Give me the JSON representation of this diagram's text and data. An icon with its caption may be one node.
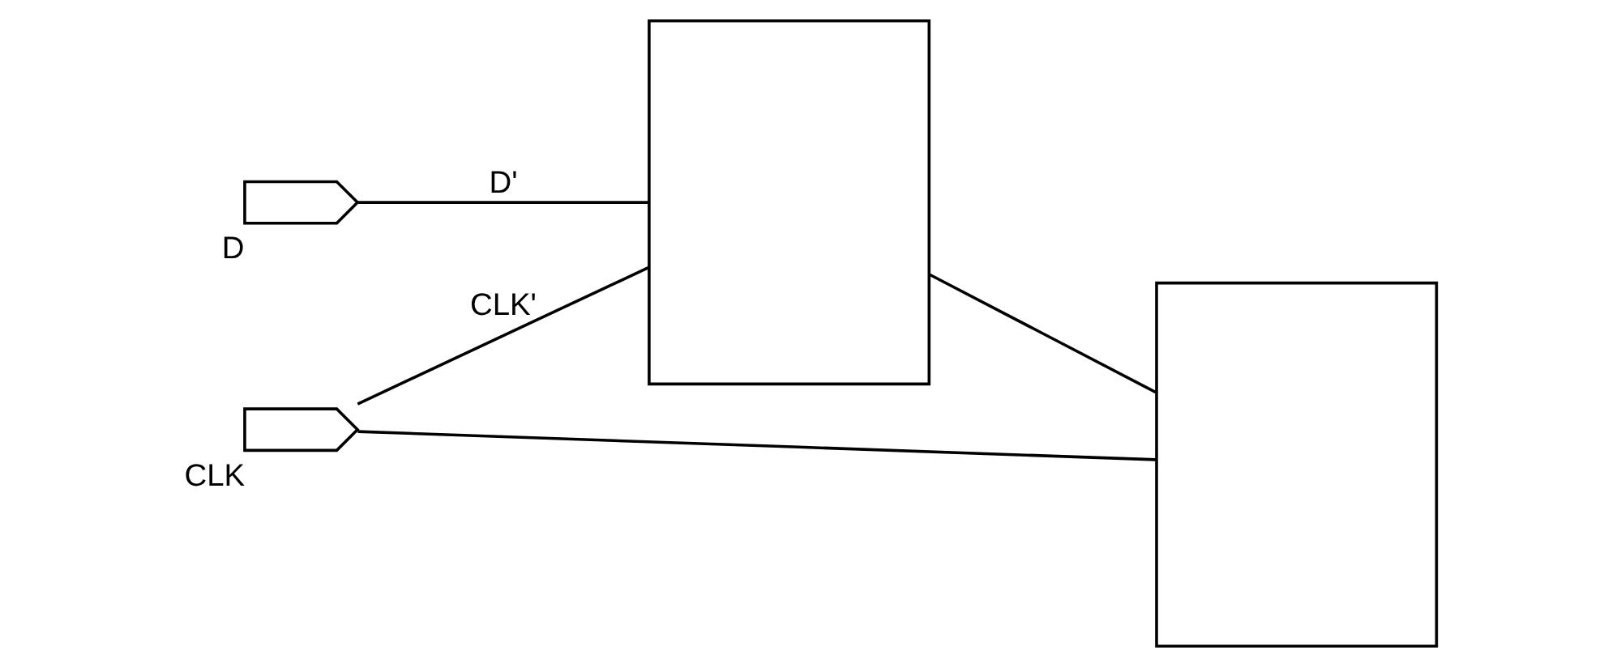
{
  "diagram": {
    "nodes": [
      {
        "text": [],
        "shape": "pentagon",
        "beside": [
          "D"
        ]
      },
      {
        "text": [],
        "shape": "pentagon",
        "beside": [
          "CLK"
        ]
      },
      {
        "text": [],
        "shape": "box"
      },
      {
        "text": [],
        "shape": "box"
      }
    ],
    "edges": [
      {
        "from": 0,
        "to": 2,
        "arrow": "none",
        "label": "D'"
      },
      {
        "from": 1,
        "to": 2,
        "arrow": "none",
        "label": "CLK'"
      },
      {
        "from": 2,
        "to": 3,
        "arrow": "none"
      },
      {
        "from": 1,
        "to": 3,
        "arrow": "none"
      }
    ]
  }
}
